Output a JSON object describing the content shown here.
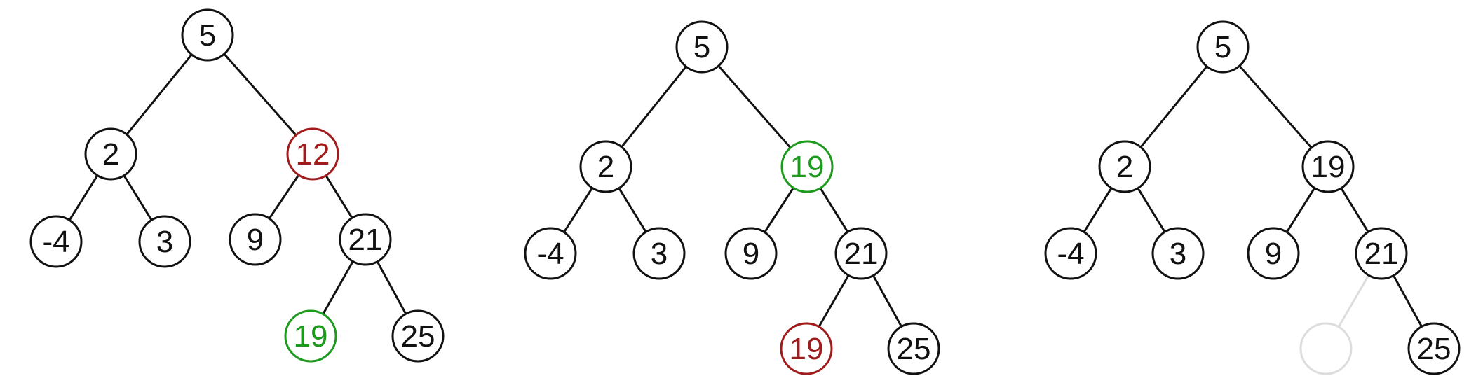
{
  "colors": {
    "default": "#111111",
    "removed": "#a01c1c",
    "replacement": "#1e9a1e",
    "faded": "#dddddd"
  },
  "trees": [
    {
      "nodes": [
        {
          "id": "n5",
          "label": "5",
          "state": "default"
        },
        {
          "id": "n2",
          "label": "2",
          "state": "default"
        },
        {
          "id": "n12",
          "label": "12",
          "state": "removed"
        },
        {
          "id": "nm4",
          "label": "-4",
          "state": "default"
        },
        {
          "id": "n3",
          "label": "3",
          "state": "default"
        },
        {
          "id": "n9",
          "label": "9",
          "state": "default"
        },
        {
          "id": "n21",
          "label": "21",
          "state": "default"
        },
        {
          "id": "n19",
          "label": "19",
          "state": "replacement"
        },
        {
          "id": "n25",
          "label": "25",
          "state": "default"
        }
      ],
      "edges": [
        {
          "from": "n5",
          "to": "n2",
          "state": "default"
        },
        {
          "from": "n5",
          "to": "n12",
          "state": "default"
        },
        {
          "from": "n2",
          "to": "nm4",
          "state": "default"
        },
        {
          "from": "n2",
          "to": "n3",
          "state": "default"
        },
        {
          "from": "n12",
          "to": "n9",
          "state": "default"
        },
        {
          "from": "n12",
          "to": "n21",
          "state": "default"
        },
        {
          "from": "n21",
          "to": "n19",
          "state": "default"
        },
        {
          "from": "n21",
          "to": "n25",
          "state": "default"
        }
      ]
    },
    {
      "nodes": [
        {
          "id": "n5",
          "label": "5",
          "state": "default"
        },
        {
          "id": "n2",
          "label": "2",
          "state": "default"
        },
        {
          "id": "n19top",
          "label": "19",
          "state": "replacement"
        },
        {
          "id": "nm4",
          "label": "-4",
          "state": "default"
        },
        {
          "id": "n3",
          "label": "3",
          "state": "default"
        },
        {
          "id": "n9",
          "label": "9",
          "state": "default"
        },
        {
          "id": "n21",
          "label": "21",
          "state": "default"
        },
        {
          "id": "n19",
          "label": "19",
          "state": "removed"
        },
        {
          "id": "n25",
          "label": "25",
          "state": "default"
        }
      ],
      "edges": [
        {
          "from": "n5",
          "to": "n2",
          "state": "default"
        },
        {
          "from": "n5",
          "to": "n19top",
          "state": "default"
        },
        {
          "from": "n2",
          "to": "nm4",
          "state": "default"
        },
        {
          "from": "n2",
          "to": "n3",
          "state": "default"
        },
        {
          "from": "n19top",
          "to": "n9",
          "state": "default"
        },
        {
          "from": "n19top",
          "to": "n21",
          "state": "default"
        },
        {
          "from": "n21",
          "to": "n19",
          "state": "default"
        },
        {
          "from": "n21",
          "to": "n25",
          "state": "default"
        }
      ]
    },
    {
      "nodes": [
        {
          "id": "n5",
          "label": "5",
          "state": "default"
        },
        {
          "id": "n2",
          "label": "2",
          "state": "default"
        },
        {
          "id": "n19top",
          "label": "19",
          "state": "default"
        },
        {
          "id": "nm4",
          "label": "-4",
          "state": "default"
        },
        {
          "id": "n3",
          "label": "3",
          "state": "default"
        },
        {
          "id": "n9",
          "label": "9",
          "state": "default"
        },
        {
          "id": "n21",
          "label": "21",
          "state": "default"
        },
        {
          "id": "nempty",
          "label": "",
          "state": "faded"
        },
        {
          "id": "n25",
          "label": "25",
          "state": "default"
        }
      ],
      "edges": [
        {
          "from": "n5",
          "to": "n2",
          "state": "default"
        },
        {
          "from": "n5",
          "to": "n19top",
          "state": "default"
        },
        {
          "from": "n2",
          "to": "nm4",
          "state": "default"
        },
        {
          "from": "n2",
          "to": "n3",
          "state": "default"
        },
        {
          "from": "n19top",
          "to": "n9",
          "state": "default"
        },
        {
          "from": "n19top",
          "to": "n21",
          "state": "default"
        },
        {
          "from": "n21",
          "to": "nempty",
          "state": "faded"
        },
        {
          "from": "n21",
          "to": "n25",
          "state": "default"
        }
      ]
    }
  ]
}
